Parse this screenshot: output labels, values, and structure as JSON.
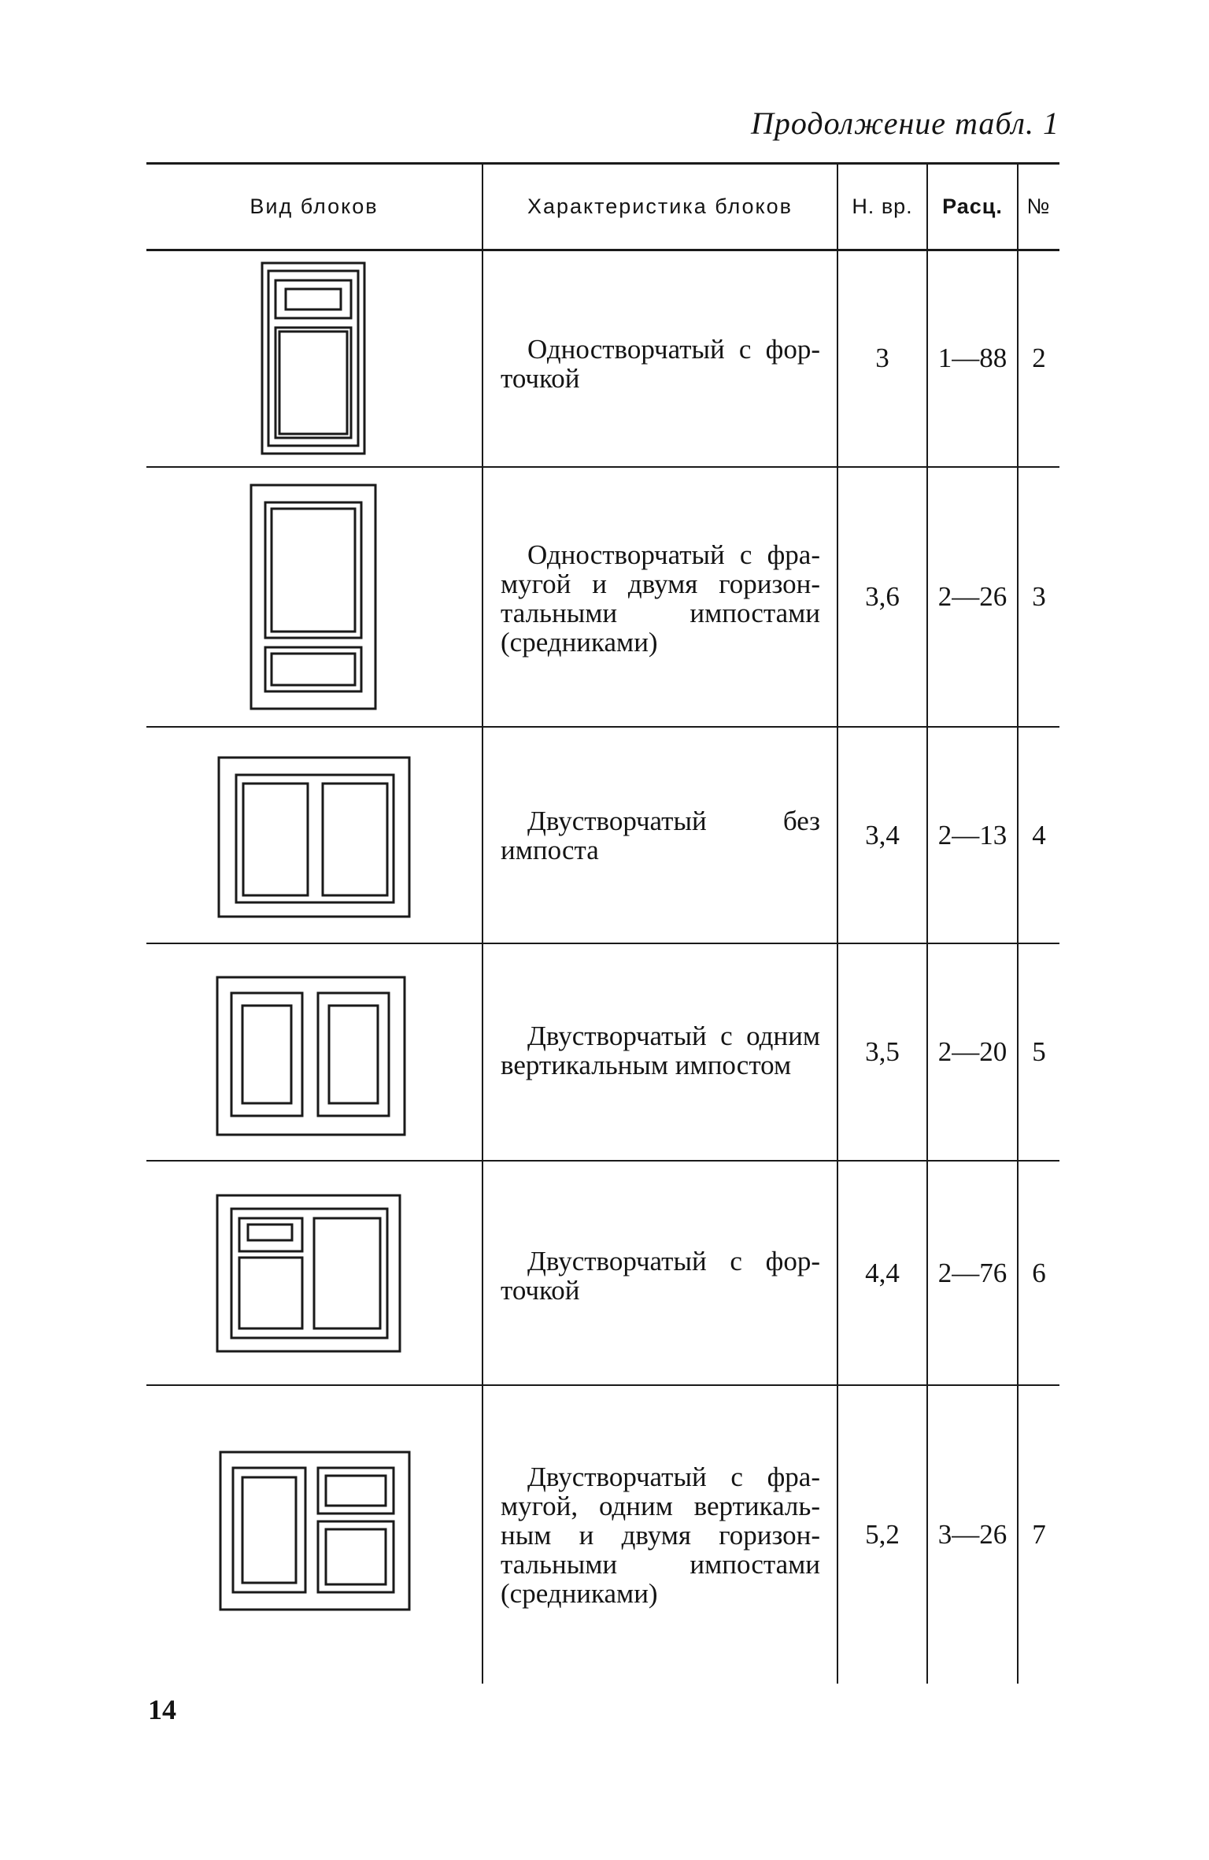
{
  "caption": "Продолжение табл. 1",
  "table": {
    "headers": {
      "view": "Вид блоков",
      "characteristic": "Характеристика блоков",
      "norm": "Н. вр.",
      "rate": "Расц.",
      "number": "№"
    },
    "rows": [
      {
        "description": "Одностворчатый с фор-точкой",
        "norm": "3",
        "rate": "1—88",
        "number": "2",
        "drawing": "single-sash-window-with-vent-icon"
      },
      {
        "description": "Одностворчатый с фра-мугой и двумя горизон-тальными импостами (средниками)",
        "norm": "3,6",
        "rate": "2—26",
        "number": "3",
        "drawing": "single-sash-window-with-transom-icon"
      },
      {
        "description": "Двустворчатый без импоста",
        "norm": "3,4",
        "rate": "2—13",
        "number": "4",
        "drawing": "double-sash-window-no-mullion-icon"
      },
      {
        "description": "Двустворчатый с одним вертикальным импостом",
        "norm": "3,5",
        "rate": "2—20",
        "number": "5",
        "drawing": "double-sash-window-vertical-mullion-icon"
      },
      {
        "description": "Двустворчатый с фор-точкой",
        "norm": "4,4",
        "rate": "2—76",
        "number": "6",
        "drawing": "double-sash-window-with-vent-icon"
      },
      {
        "description": "Двустворчатый с фра-мугой, одним вертикаль-ным и двумя горизон-тальными импостами (средниками)",
        "norm": "5,2",
        "rate": "3—26",
        "number": "7",
        "drawing": "double-sash-window-with-transom-icon"
      }
    ]
  },
  "page_number": "14"
}
